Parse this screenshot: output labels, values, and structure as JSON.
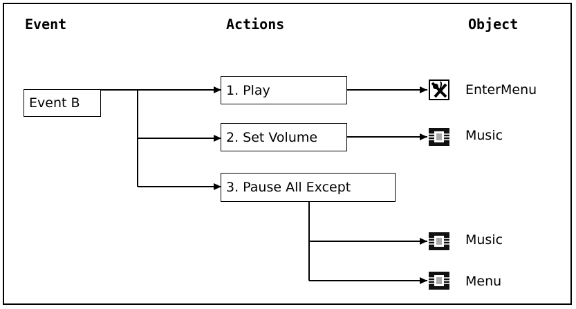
{
  "headers": {
    "event": "Event",
    "actions": "Actions",
    "object": "Object"
  },
  "event": {
    "label": "Event B"
  },
  "actions": [
    {
      "label": "1. Play"
    },
    {
      "label": "2. Set Volume"
    },
    {
      "label": "3. Pause All Except"
    }
  ],
  "objects": [
    {
      "label": "EnterMenu",
      "icon": "sound-event-icon"
    },
    {
      "label": "Music",
      "icon": "sound-object-icon"
    },
    {
      "label": "Music",
      "icon": "sound-object-icon"
    },
    {
      "label": "Menu",
      "icon": "sound-object-icon"
    }
  ]
}
